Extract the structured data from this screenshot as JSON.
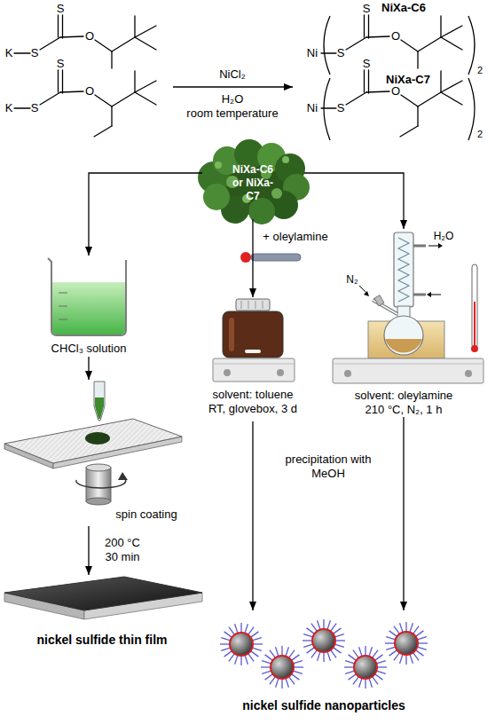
{
  "diagram": {
    "nodes": [
      {
        "text": [
          "S",
          "K",
          "S",
          "O",
          "S",
          "K",
          "S",
          "O"
        ]
      },
      {
        "text": [
          "NiXa-C6",
          "S",
          "Ni",
          "S",
          "O",
          "2",
          "NiXa-C7",
          "S",
          "Ni",
          "S",
          "O",
          "2"
        ]
      },
      {
        "text": [
          "NiXa-C6 or NiXa-C7"
        ]
      },
      {
        "text": [
          "CHCl₃ solution"
        ]
      },
      {
        "text": [
          "spin coating"
        ]
      },
      {
        "text": [
          "nickel sulfide thin film"
        ]
      },
      {
        "text": [
          "solvent: toluene RT, glovebox, 3 d"
        ]
      },
      {
        "text": [
          "solvent: oleylamine 210 °C, N₂, 1 h"
        ]
      },
      {
        "text": [
          "nickel sulfide nanoparticles"
        ]
      }
    ],
    "edges": [
      {
        "from": 0,
        "to": 1,
        "arrow": "to",
        "label": "NiCl₂"
      },
      {
        "from": 2,
        "to": 3,
        "arrow": "to"
      },
      {
        "from": 2,
        "to": 6,
        "arrow": "to",
        "label": "+ oleylamine"
      },
      {
        "from": 2,
        "to": 7,
        "arrow": "to"
      },
      {
        "from": 3,
        "to": 4,
        "arrow": "to"
      },
      {
        "from": 4,
        "to": 5,
        "arrow": "to",
        "label": "200 °C 30 min"
      },
      {
        "from": 6,
        "to": 8,
        "arrow": "to"
      },
      {
        "from": 7,
        "to": 8,
        "arrow": "to"
      }
    ],
    "labels": [
      "H₂O",
      "room temperature",
      "H₂O",
      "N₂",
      "precipitation with MeOH"
    ]
  }
}
